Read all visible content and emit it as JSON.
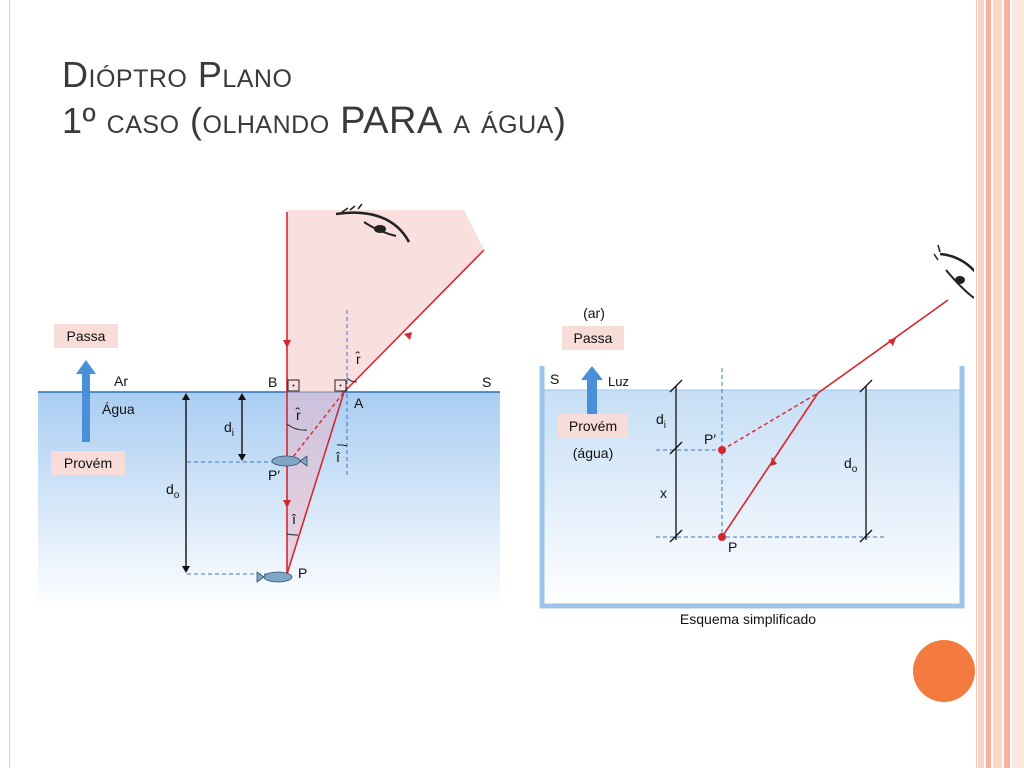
{
  "slide": {
    "title_line1": "Dióptro Plano",
    "title_line2_pre": "1º caso (olhando ",
    "title_line2_bold": "PARA",
    "title_line2_post": " a água)"
  },
  "left_diagram": {
    "passa": "Passa",
    "provem": "Provém",
    "ar": "Ar",
    "agua": "Água",
    "B": "B",
    "A": "A",
    "S": "S",
    "P_prime": "P′",
    "P": "P",
    "r_hat_top": "r̂",
    "r_hat_bottom": "r̂",
    "i_hat_right": "î",
    "i_hat_bottom": "î",
    "d_i_base": "d",
    "d_i_sub": "i",
    "d_o_base": "d",
    "d_o_sub": "o"
  },
  "right_diagram": {
    "ar": "(ar)",
    "passa": "Passa",
    "S": "S",
    "luz": "Luz",
    "provem": "Provém",
    "agua": "(água)",
    "d_i_base": "d",
    "d_i_sub": "i",
    "P_prime": "P′",
    "x": "x",
    "d_o_base": "d",
    "d_o_sub": "o",
    "P": "P",
    "caption": "Esquema simplificado"
  },
  "colors": {
    "accent_orange": "#f47b3f",
    "ray_red": "#d8262e",
    "water_blue": "#bcd8f4",
    "label_pink": "#f8dcd8",
    "arrow_blue": "#4a90d9"
  }
}
